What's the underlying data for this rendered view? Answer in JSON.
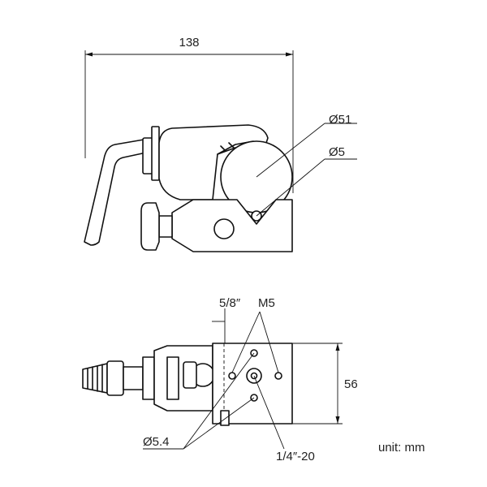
{
  "dimensions": {
    "width_label": "138",
    "height_label": "56"
  },
  "annotations": {
    "ball_diameter": "Ø51",
    "pin_diameter": "Ø5",
    "thread_5_8": "5/8″",
    "thread_m5": "M5",
    "hole_diameter": "Ø5.4",
    "thread_1_4": "1/4″-20",
    "unit": "unit: mm"
  }
}
